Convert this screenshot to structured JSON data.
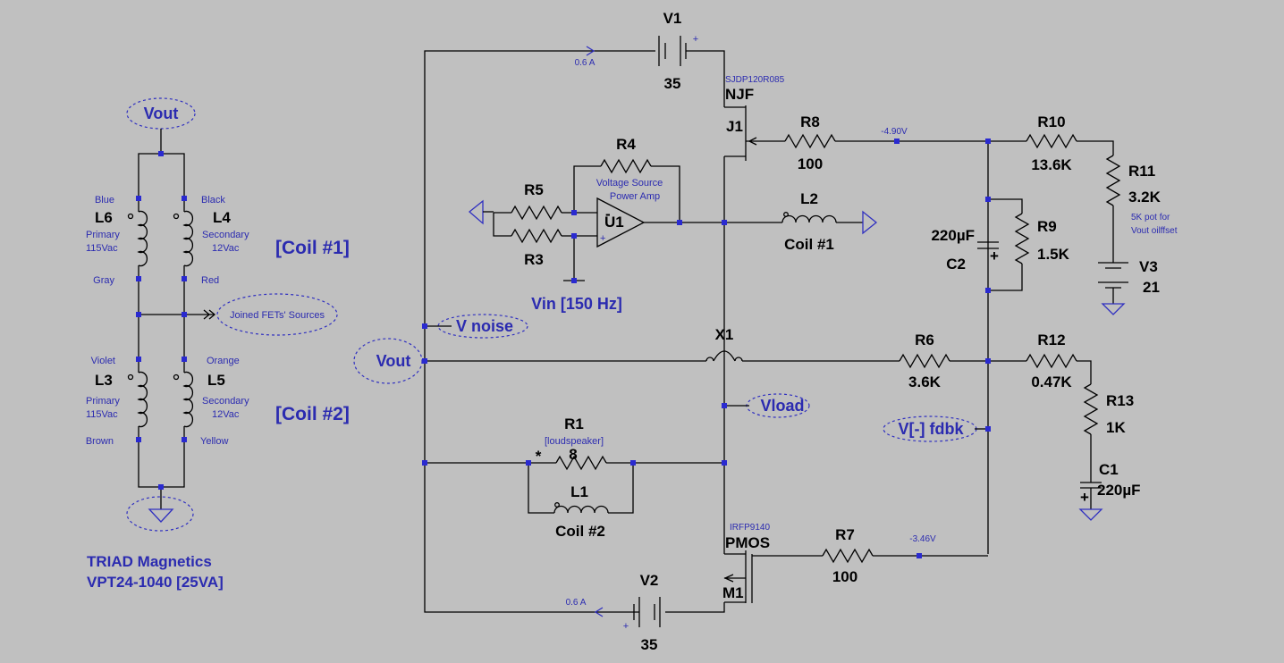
{
  "transformer": {
    "pins": {
      "blue": "Blue",
      "black": "Black",
      "gray": "Gray",
      "red": "Red",
      "violet": "Violet",
      "orange": "Orange",
      "brown": "Brown",
      "yellow": "Yellow"
    },
    "L6": {
      "name": "L6",
      "line1": "Primary",
      "line2": "115Vac"
    },
    "L4": {
      "name": "L4",
      "line1": "Secondary",
      "line2": "12Vac"
    },
    "L3": {
      "name": "L3",
      "line1": "Primary",
      "line2": "115Vac"
    },
    "L5": {
      "name": "L5",
      "line1": "Secondary",
      "line2": "12Vac"
    },
    "coil1": "[Coil #1]",
    "coil2": "[Coil #2]",
    "sources_label": "Joined FETs' Sources",
    "vout": "Vout",
    "maker_line1": "TRIAD Magnetics",
    "maker_line2": "VPT24-1040 [25VA]"
  },
  "circuit": {
    "V1": {
      "name": "V1",
      "value": "35",
      "current": "0.6 A",
      "plus": "+"
    },
    "V2": {
      "name": "V2",
      "value": "35",
      "current": "0.6 A",
      "plus": "+"
    },
    "J1": {
      "part": "SJDP120R085",
      "type": "NJF",
      "name": "J1"
    },
    "M1": {
      "part": "IRFP9140",
      "type": "PMOS",
      "name": "M1"
    },
    "R8": {
      "name": "R8",
      "value": "100"
    },
    "R7": {
      "name": "R7",
      "value": "100"
    },
    "R10": {
      "name": "R10",
      "value": "13.6K"
    },
    "R11": {
      "name": "R11",
      "value": "3.2K",
      "note1": "5K pot for",
      "note2": "Vout oilffset"
    },
    "V3": {
      "name": "V3",
      "value": "21"
    },
    "R4": {
      "name": "R4"
    },
    "R5": {
      "name": "R5"
    },
    "R3": {
      "name": "R3"
    },
    "U1": {
      "name": "U1",
      "minus": "-",
      "plus": "+",
      "line1": "Voltage Source",
      "line2": "Power Amp"
    },
    "vin": "Vin [150 Hz]",
    "L2": {
      "name": "L2",
      "label": "Coil #1"
    },
    "C2": {
      "name": "C2",
      "value": "220µF",
      "plus": "+"
    },
    "R9": {
      "name": "R9",
      "value": "1.5K"
    },
    "X1": {
      "name": "X1"
    },
    "R6": {
      "name": "R6",
      "value": "3.6K"
    },
    "R12": {
      "name": "R12",
      "value": "0.47K"
    },
    "R13": {
      "name": "R13",
      "value": "1K"
    },
    "C1": {
      "name": "C1",
      "value": "220µF",
      "plus": "+"
    },
    "R1": {
      "name": "R1",
      "note": "[loudspeaker]",
      "value": "8",
      "star": "*"
    },
    "L1": {
      "name": "L1",
      "label": "Coil #2"
    },
    "v_gate_top": "-4.90V",
    "v_gate_bottom": "-3.46V",
    "net_vout": "Vout",
    "net_vnoise": "V noise",
    "net_vload": "Vload",
    "net_vfdbk": "V[-] fdbk"
  }
}
